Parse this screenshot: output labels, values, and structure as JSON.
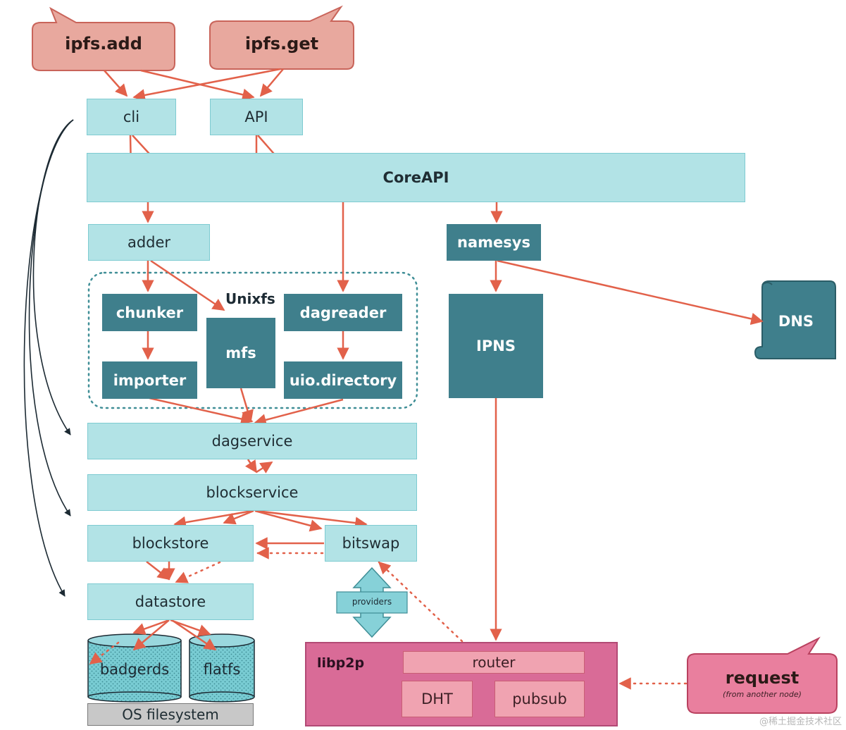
{
  "callouts": {
    "ipfs_add": "ipfs.add",
    "ipfs_get": "ipfs.get",
    "request": "request",
    "request_sub": "(from another node)"
  },
  "boxes": {
    "cli": "cli",
    "api": "API",
    "coreapi": "CoreAPI",
    "adder": "adder",
    "namesys": "namesys",
    "unixfs": "Unixfs",
    "chunker": "chunker",
    "mfs": "mfs",
    "dagreader": "dagreader",
    "importer": "importer",
    "uio_directory": "uio.directory",
    "ipns": "IPNS",
    "dns": "DNS",
    "dagservice": "dagservice",
    "blockservice": "blockservice",
    "blockstore": "blockstore",
    "bitswap": "bitswap",
    "datastore": "datastore",
    "providers": "providers",
    "badgerds": "badgerds",
    "flatfs": "flatfs",
    "os_filesystem": "OS filesystem",
    "libp2p": "libp2p",
    "router": "router",
    "dht": "DHT",
    "pubsub": "pubsub"
  },
  "watermark": "@稀土掘金技术社区",
  "colors": {
    "light_box": "#b2e3e6",
    "dark_box": "#3f7f8c",
    "arrow": "#e2614a",
    "callout": "#e8a89e",
    "libp2p": "#d96b97",
    "os_filesystem": "#c8c8c8"
  }
}
